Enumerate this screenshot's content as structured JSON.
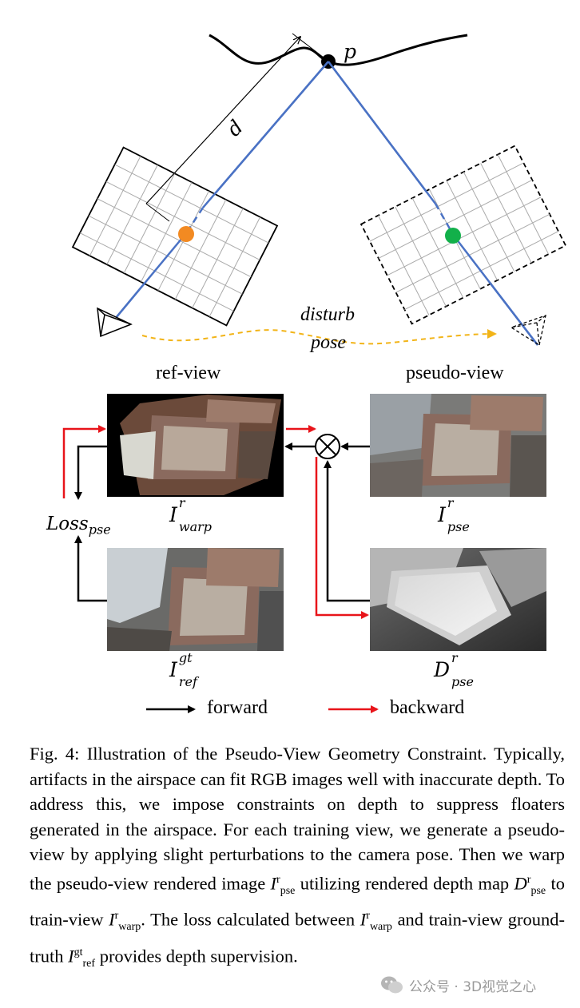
{
  "labels": {
    "p": "p",
    "d": "d",
    "disturb": "disturb",
    "pose": "pose",
    "ref_view": "ref-view",
    "pseudo_view": "pseudo-view",
    "loss_main": "Loss",
    "loss_sub": "pse",
    "i_warp_main": "I",
    "i_warp_sup": "r",
    "i_warp_sub": "warp",
    "i_pse_main": "I",
    "i_pse_sup": "r",
    "i_pse_sub": "pse",
    "i_ref_main": "I",
    "i_ref_sup": "gt",
    "i_ref_sub": "ref",
    "d_pse_main": "D",
    "d_pse_sup": "r",
    "d_pse_sub": "pse",
    "legend_forward": "forward",
    "legend_backward": "backward"
  },
  "caption": {
    "text": "Fig. 4: Illustration of the Pseudo-View Geometry Constraint. Typically, artifacts in the airspace can fit RGB images well with inaccurate depth. To address this, we impose constraints on depth to suppress floaters generated in the airspace. For each training view, we generate a pseudo-view by applying slight perturbations to the camera pose. Then we warp the pseudo-view rendered image I utilizing rendered depth map D to train-view I. The loss calculated between I and train-view ground-truth I provides depth supervision.",
    "segments": [
      "Fig. 4: Illustration of the Pseudo-View Geometry Constraint. Typically, artifacts in the airspace can fit RGB images well with inaccurate depth. To address this, we impose constraints on depth to suppress floaters generated in the airspace. For each training view, we generate a pseudo-view by applying slight perturbations to the camera pose. Then we warp the pseudo-view rendered image ",
      " utilizing rendered depth map ",
      " to train-view ",
      ". The loss calculated between ",
      " and train-view ground-truth ",
      " provides depth supervision."
    ],
    "sym_I": "I",
    "sym_D": "D",
    "sup_r": "r",
    "sup_gt": "gt",
    "sub_pse": "pse",
    "sub_warp": "warp",
    "sub_ref": "ref"
  },
  "watermark": "公众号 · 3D视觉之心",
  "colors": {
    "ray": "#4a72c4",
    "backward_arrow": "#e8141a",
    "forward_arrow": "#000000",
    "ref_point": "#f28a22",
    "pseudo_point": "#12b04a",
    "disturb_arrow": "#f2b418"
  }
}
